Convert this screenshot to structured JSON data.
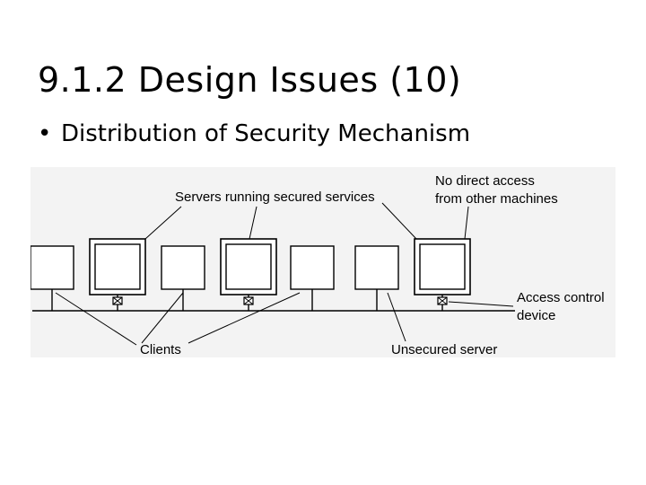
{
  "slide": {
    "title": "9.1.2 Design Issues (10)",
    "bullet_symbol": "•",
    "bullet_text": "Distribution of Security Mechanism"
  },
  "figure": {
    "labels": {
      "servers_secured": "Servers running secured services",
      "no_direct_line1": "No direct access",
      "no_direct_line2": "from other machines",
      "access_line1": "Access control",
      "access_line2": "device",
      "clients": "Clients",
      "unsecured": "Unsecured server"
    }
  }
}
